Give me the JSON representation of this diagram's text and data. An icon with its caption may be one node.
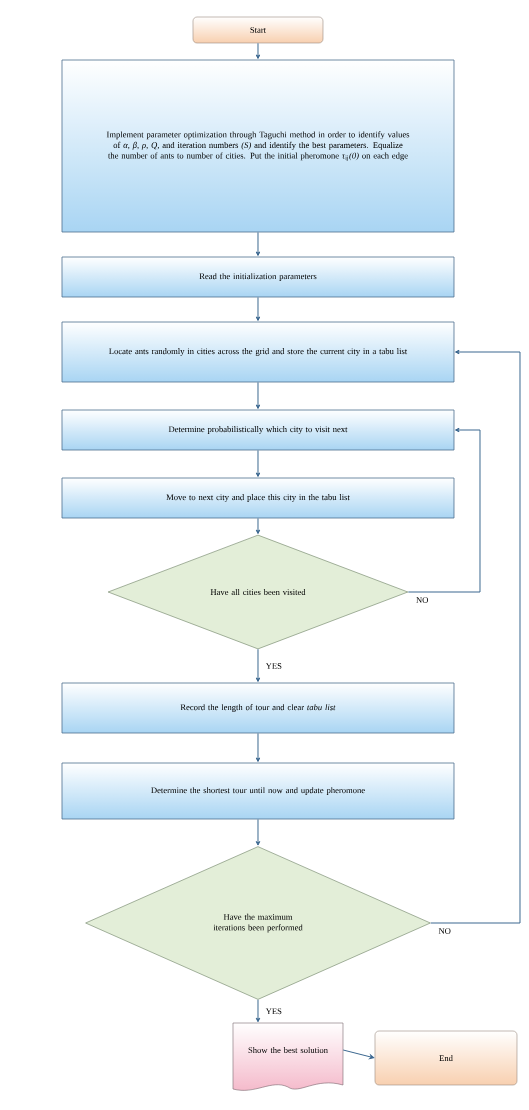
{
  "diagram": {
    "nodes": [
      {
        "text": [
          "Start"
        ]
      },
      {
        "text": [
          "Implement parameter optimization through Taguchi method in order to identify values of *α, β, ρ, Q,* and iteration numbers *(S)* and identify the best parameters. Equalize the number of ants to number of cities. Put the initial pheromone *τ*$_{ij}$*(0)* on each edge"
        ]
      },
      {
        "text": [
          "Read the initialization parameters"
        ]
      },
      {
        "text": [
          "Locate ants randomly in cities across the grid and store the current city in a tabu list"
        ]
      },
      {
        "text": [
          "Determine probabilistically which city to visit next"
        ]
      },
      {
        "text": [
          "Move to next city and place this city in the tabu list"
        ]
      },
      {
        "text": [
          "Have all cities been visited"
        ]
      },
      {
        "text": [
          "Record the length of tour and clear *tabu list*"
        ]
      },
      {
        "text": [
          "Determine the shortest tour until now and update pheromone"
        ]
      },
      {
        "text": [
          "Have the maximum iterations been performed"
        ]
      },
      {
        "text": [
          "Show the best solution"
        ]
      },
      {
        "text": [
          "End"
        ]
      }
    ],
    "edges": [
      {
        "from": 0,
        "to": 1,
        "arrow": "to"
      },
      {
        "from": 1,
        "to": 2,
        "arrow": "to"
      },
      {
        "from": 2,
        "to": 3,
        "arrow": "to"
      },
      {
        "from": 3,
        "to": 4,
        "arrow": "to"
      },
      {
        "from": 4,
        "to": 5,
        "arrow": "to"
      },
      {
        "from": 5,
        "to": 6,
        "arrow": "to"
      },
      {
        "from": 6,
        "to": 4,
        "arrow": "to",
        "label": "NO"
      },
      {
        "from": 6,
        "to": 7,
        "arrow": "to",
        "label": "YES"
      },
      {
        "from": 7,
        "to": 8,
        "arrow": "to"
      },
      {
        "from": 8,
        "to": 9,
        "arrow": "to"
      },
      {
        "from": 9,
        "to": 3,
        "arrow": "to",
        "label": "NO"
      },
      {
        "from": 9,
        "to": 10,
        "arrow": "to",
        "label": "YES"
      },
      {
        "from": 10,
        "to": 11,
        "arrow": "to"
      }
    ]
  }
}
